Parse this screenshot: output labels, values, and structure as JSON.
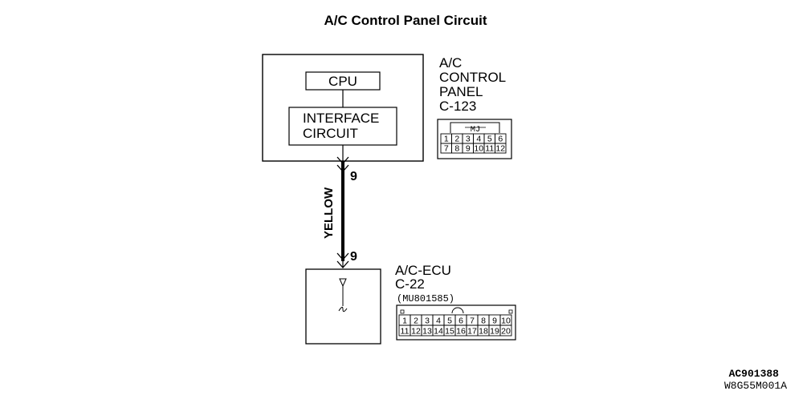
{
  "title": "A/C Control Panel Circuit",
  "control_panel": {
    "cpu_label": "CPU",
    "interface_line1": "INTERFACE",
    "interface_line2": "CIRCUIT",
    "name_line1": "A/C",
    "name_line2": "CONTROL",
    "name_line3": "PANEL",
    "connector_id": "C-123",
    "connector_tag": "MJ",
    "pins": [
      "1",
      "2",
      "3",
      "4",
      "5",
      "6",
      "7",
      "8",
      "9",
      "10",
      "11",
      "12"
    ]
  },
  "wire": {
    "color_label": "YELLOW",
    "top_pin": "9",
    "bottom_pin": "9"
  },
  "ecu": {
    "name": "A/C-ECU",
    "connector_id": "C-22",
    "part_number": "(MU801585)",
    "pins": [
      "1",
      "2",
      "3",
      "4",
      "5",
      "6",
      "7",
      "8",
      "9",
      "10",
      "11",
      "12",
      "13",
      "14",
      "15",
      "16",
      "17",
      "18",
      "19",
      "20"
    ]
  },
  "figure_codes": {
    "code1": "AC901388",
    "code2": "W8G55M001A"
  }
}
